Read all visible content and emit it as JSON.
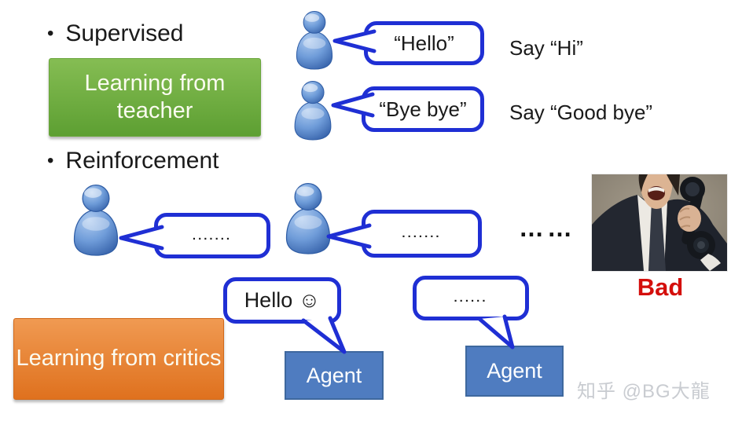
{
  "slide": {
    "bullet_char": "•",
    "supervised_label": "Supervised",
    "reinforcement_label": "Reinforcement",
    "teacher_box": "Learning from teacher",
    "critics_box": "Learning from critics",
    "bubble_hello": "“Hello”",
    "bubble_byebye": "“Bye bye”",
    "bubble_dots_long_1": ".......",
    "bubble_dots_long_2": ".......",
    "bubble_hello_smiley": "Hello ☺",
    "bubble_dots_short": "......",
    "say_hi": "Say “Hi”",
    "say_goodbye": "Say “Good bye”",
    "mid_dots": "……",
    "bad_label": "Bad",
    "agent1_label": "Agent",
    "agent2_label": "Agent",
    "watermark": "知乎 @BG大龍"
  },
  "colors": {
    "bubble_border": "#1f2fd4",
    "green_top": "#85bd53",
    "green_bottom": "#5d9f32",
    "orange_top": "#f09a52",
    "orange_bottom": "#df711e",
    "agent_fill": "#4f7cc0",
    "agent_border": "#3e689e",
    "bad_red": "#d40f0c",
    "text": "#1a1a1a",
    "watermark_gray": "#c9ccd1"
  }
}
